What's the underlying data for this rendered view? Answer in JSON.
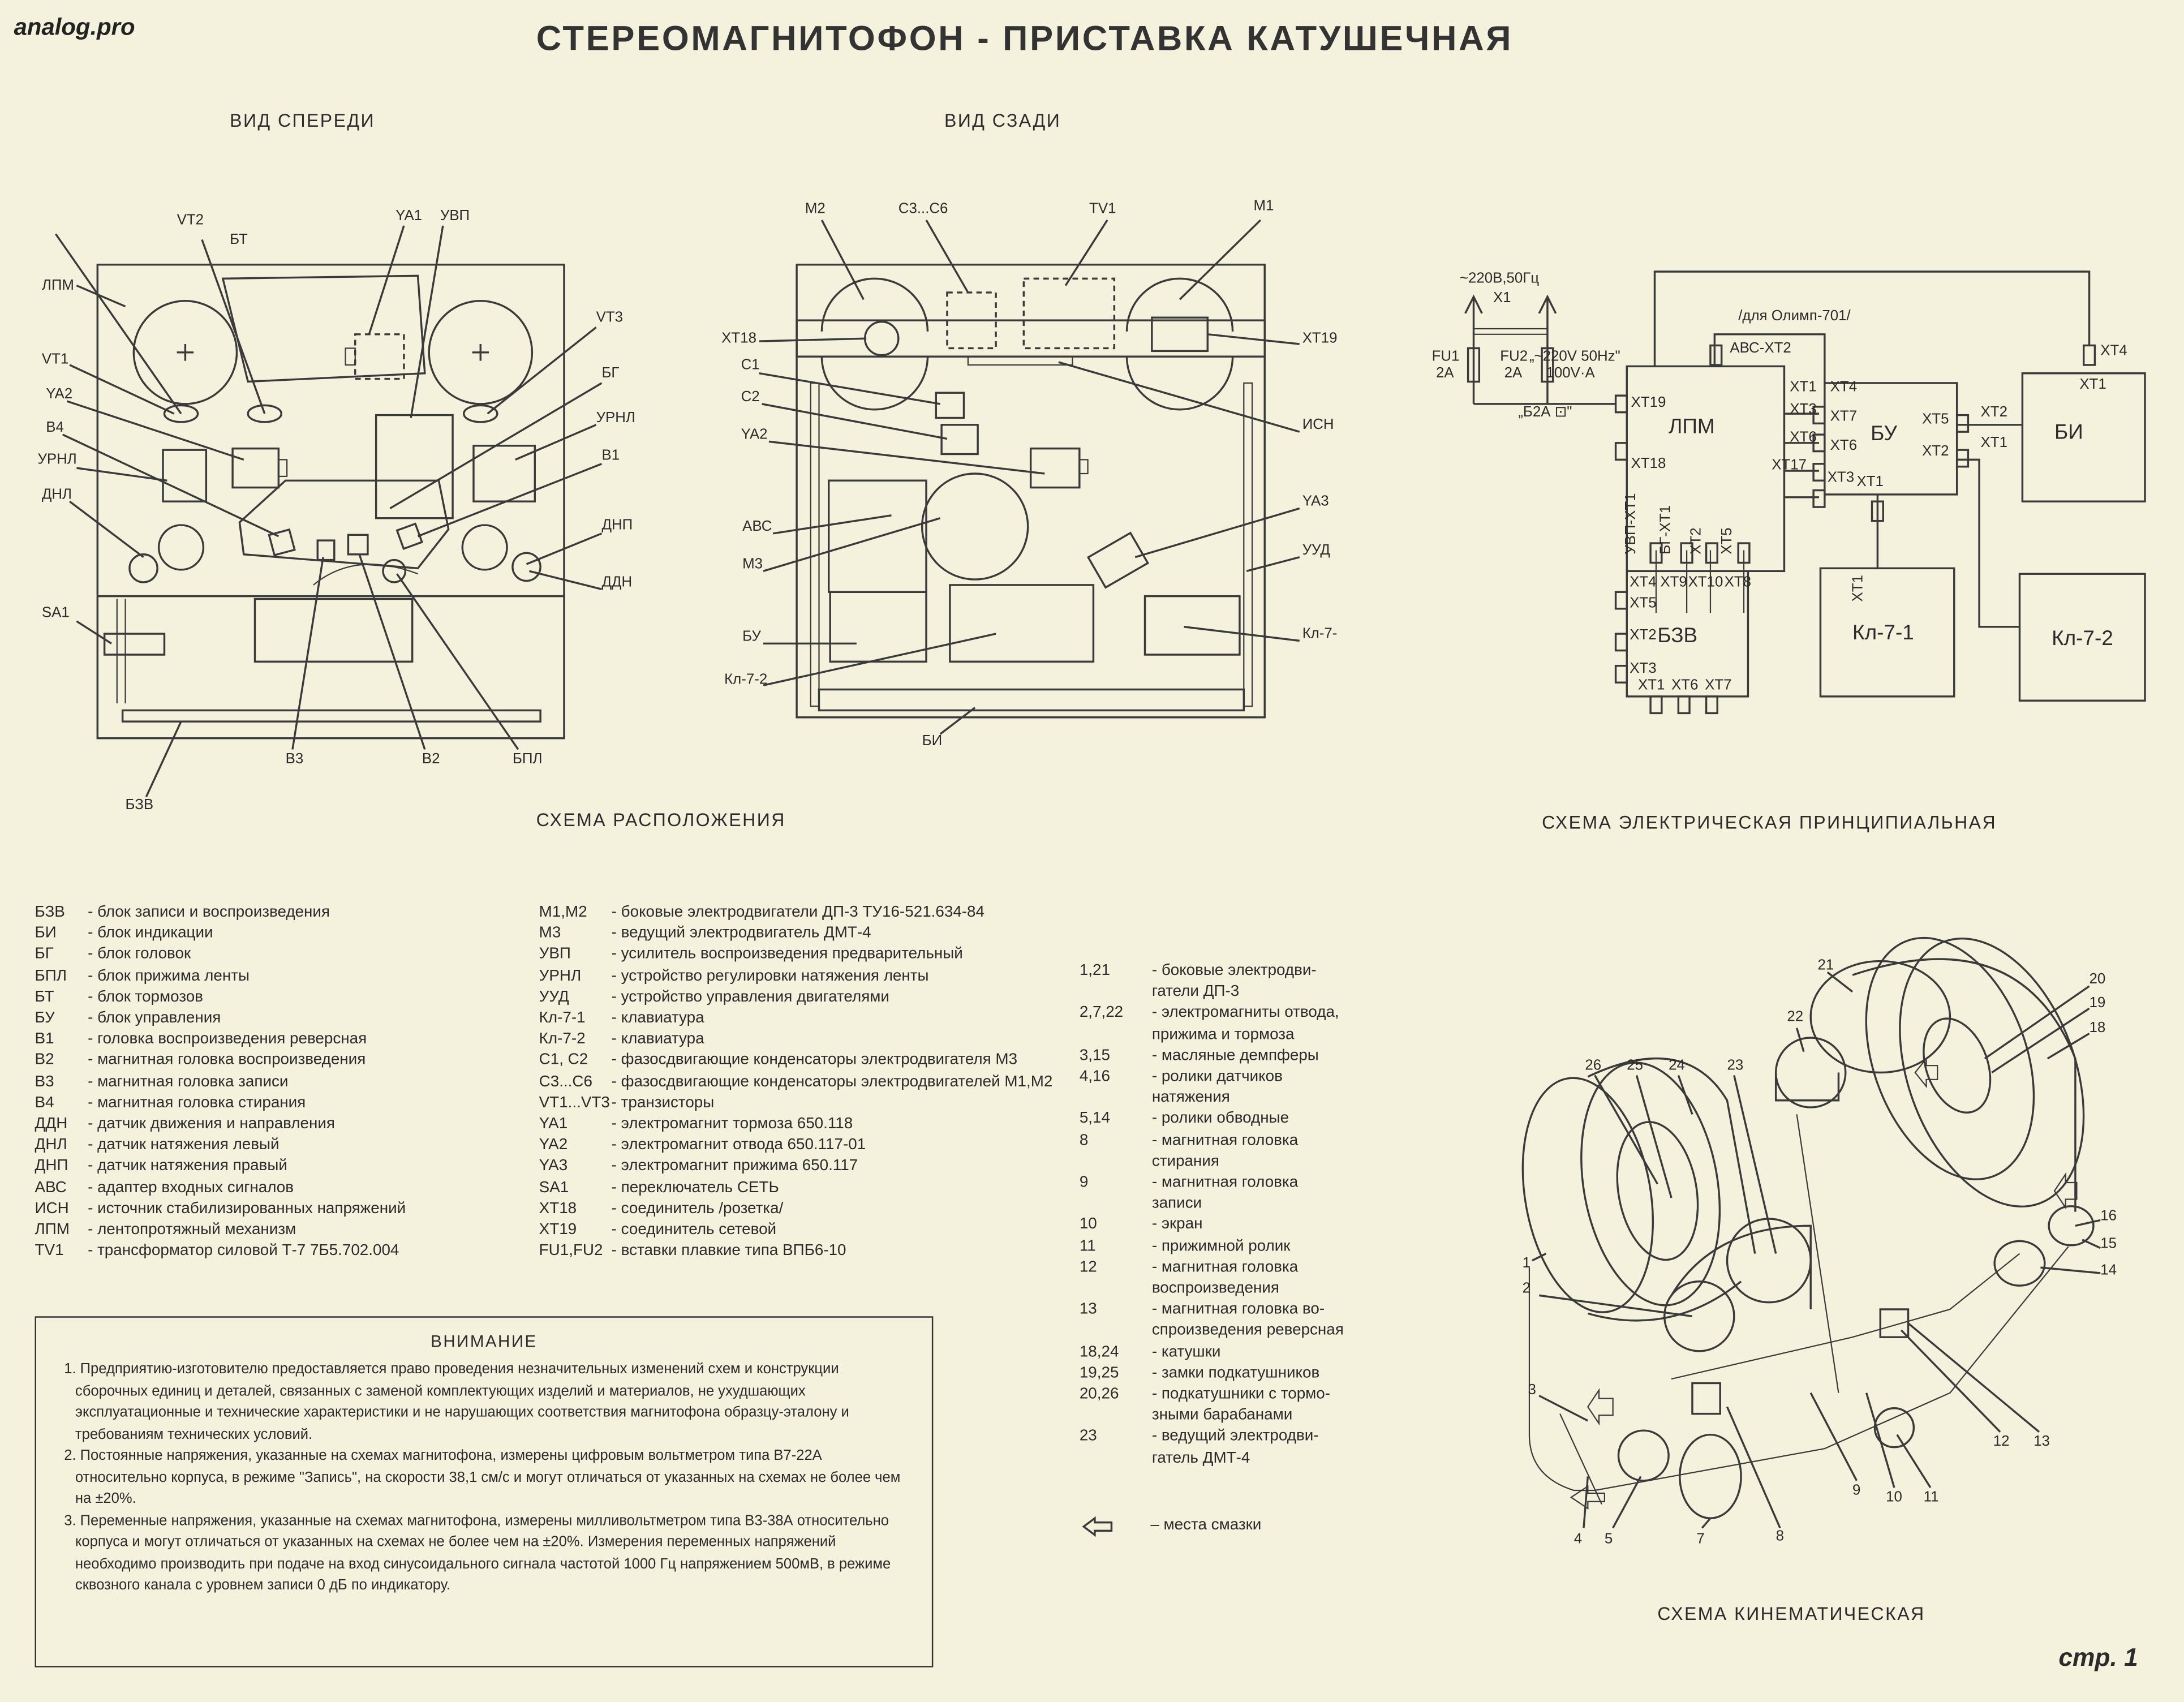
{
  "site": "analog.pro",
  "title": "СТЕРЕОМАГНИТОФОН - ПРИСТАВКА   КАТУШЕЧНАЯ",
  "front_view": {
    "heading": "ВИД СПЕРЕДИ",
    "labels": [
      "VT2",
      "БТ",
      "YA1",
      "УВП",
      "ЛПМ",
      "VT3",
      "VT1",
      "YA2",
      "БГ",
      "B4",
      "УРНЛ",
      "УРНЛ",
      "B1",
      "ДНЛ",
      "ДНП",
      "ДДН",
      "SA1",
      "БЗВ",
      "B3",
      "B2",
      "БПЛ"
    ]
  },
  "back_view": {
    "heading": "ВИД СЗАДИ",
    "labels": [
      "M2",
      "C3...C6",
      "TV1",
      "M1",
      "XT18",
      "XT19",
      "C1",
      "C2",
      "YA2",
      "ИСН",
      "АВС",
      "YA3",
      "M3",
      "УУД",
      "БУ",
      "Кл-7-",
      "Кл-7-2",
      "БИ"
    ]
  },
  "layout_caption": "СХЕМА РАСПОЛОЖЕНИЯ",
  "electric": {
    "caption": "СХЕМА ЭЛЕКТРИЧЕСКАЯ   ПРИНЦИПИАЛЬНАЯ",
    "labels": [
      "~220В,50Гц",
      "X1",
      "FU1",
      "2A",
      "FU2",
      "2A",
      "„~220V 50Hz\"",
      "100V·A",
      "„Б2А ⊡\"",
      "/для Олимп-701/",
      "АВС-XT2",
      "XT4",
      "XT1",
      "XT19",
      "XT18",
      "XT1",
      "XT3",
      "XT6",
      "XT17",
      "XT4",
      "XT7",
      "XT6",
      "XT3",
      "XT1",
      "XT5",
      "XT2",
      "XT2",
      "XT1",
      "УВП-XT1",
      "БГ-XT1",
      "XT2",
      "XT5",
      "XT4",
      "XT9",
      "XT10",
      "XT8",
      "XT5",
      "XT2",
      "XT3",
      "XT1",
      "XT6",
      "XT7",
      "XT1"
    ],
    "blocks": [
      "ЛПМ",
      "БУ",
      "БИ",
      "БЗВ",
      "Кл-7-1",
      "Кл-7-2"
    ]
  },
  "kinematic": {
    "caption": "СХЕМА КИНЕМАТИЧЕСКАЯ",
    "numbers": [
      "21",
      "20",
      "19",
      "18",
      "22",
      "26",
      "25",
      "24",
      "23",
      "1",
      "2",
      "3",
      "4",
      "5",
      "7",
      "8",
      "9",
      "10",
      "11",
      "12",
      "13",
      "16",
      "15",
      "14"
    ]
  },
  "legend_left": [
    {
      "code": "БЗВ",
      "desc": "- блок записи и воспроизведения"
    },
    {
      "code": "БИ",
      "desc": "- блок индикации"
    },
    {
      "code": "БГ",
      "desc": "- блок головок"
    },
    {
      "code": "БПЛ",
      "desc": "- блок прижима ленты"
    },
    {
      "code": "БТ",
      "desc": "- блок тормозов"
    },
    {
      "code": "БУ",
      "desc": "- блок управления"
    },
    {
      "code": "В1",
      "desc": "- головка воспроизведения реверсная"
    },
    {
      "code": "В2",
      "desc": "- магнитная головка воспроизведения"
    },
    {
      "code": "В3",
      "desc": "- магнитная головка записи"
    },
    {
      "code": "В4",
      "desc": "- магнитная головка стирания"
    },
    {
      "code": "ДДН",
      "desc": "- датчик движения и направления"
    },
    {
      "code": "ДНЛ",
      "desc": "- датчик натяжения левый"
    },
    {
      "code": "ДНП",
      "desc": "- датчик натяжения правый"
    },
    {
      "code": "АВС",
      "desc": "- адаптер входных сигналов"
    },
    {
      "code": "ИСН",
      "desc": "- источник стабилизированных напряжений"
    },
    {
      "code": "ЛПМ",
      "desc": "- лентопротяжный механизм"
    },
    {
      "code": "TV1",
      "desc": "- трансформатор силовой Т-7  7Б5.702.004"
    }
  ],
  "legend_right": [
    {
      "code": "M1,M2",
      "desc": "- боковые электродвигатели ДП-3 ТУ16-521.634-84"
    },
    {
      "code": "M3",
      "desc": "- ведущий электродвигатель ДМТ-4"
    },
    {
      "code": "УВП",
      "desc": "- усилитель воспроизведения предварительный"
    },
    {
      "code": "УРНЛ",
      "desc": "- устройство регулировки натяжения ленты"
    },
    {
      "code": "УУД",
      "desc": "- устройство управления двигателями"
    },
    {
      "code": "Кл-7-1",
      "desc": "- клавиатура"
    },
    {
      "code": "Кл-7-2",
      "desc": "- клавиатура"
    },
    {
      "code": "C1, C2",
      "desc": "- фазосдвигающие конденсаторы электродвигателя М3"
    },
    {
      "code": "C3...C6",
      "desc": "- фазосдвигающие конденсаторы электродвигателей М1,М2"
    },
    {
      "code": "VT1...VT3",
      "desc": "- транзисторы"
    },
    {
      "code": "YA1",
      "desc": "- электромагнит тормоза   650.118"
    },
    {
      "code": "YA2",
      "desc": "- электромагнит отвода    650.117-01"
    },
    {
      "code": "YA3",
      "desc": "- электромагнит прижима   650.117"
    },
    {
      "code": "SA1",
      "desc": "- переключатель СЕТЬ"
    },
    {
      "code": "XT18",
      "desc": "- соединитель /розетка/"
    },
    {
      "code": "XT19",
      "desc": "- соединитель сетевой"
    },
    {
      "code": "FU1,FU2",
      "desc": "- вставки плавкие типа ВПБ6-10"
    }
  ],
  "kinematic_legend": [
    {
      "code": "1,21",
      "desc": "- боковые электродви-\n   гатели ДП-3"
    },
    {
      "code": "2,7,22",
      "desc": "- электромагниты отвода,\n   прижима и тормоза"
    },
    {
      "code": "3,15",
      "desc": "- масляные демпферы"
    },
    {
      "code": "4,16",
      "desc": "- ролики датчиков\n   натяжения"
    },
    {
      "code": "5,14",
      "desc": "- ролики обводные"
    },
    {
      "code": "8",
      "desc": "- магнитная головка\n   стирания"
    },
    {
      "code": "9",
      "desc": "- магнитная головка\n   записи"
    },
    {
      "code": "10",
      "desc": "- экран"
    },
    {
      "code": "11",
      "desc": "- прижимной ролик"
    },
    {
      "code": "12",
      "desc": "- магнитная головка\n   воспроизведения"
    },
    {
      "code": "13",
      "desc": "- магнитная головка во-\n  спроизведения реверсная"
    },
    {
      "code": "18,24",
      "desc": "- катушки"
    },
    {
      "code": "19,25",
      "desc": "- замки подкатушников"
    },
    {
      "code": "20,26",
      "desc": "- подкатушники с тормо-\n   зными барабанами"
    },
    {
      "code": "23",
      "desc": "- ведущий электродви-\n   гатель ДМТ-4"
    }
  ],
  "lubrication_icon": "hollow-left-arrow-icon",
  "lubrication_note": "–   места смазки",
  "warning": {
    "heading": "ВНИМАНИЕ",
    "paragraphs": [
      "1. Предприятию-изготовителю предоставляется право проведения незначительных изменений схем и конструкции сборочных единиц и деталей, связанных с заменой комплектующих изделий и материалов, не ухудшающих эксплуатационные и технические характеристики и не нарушающих соответствия магнитофона образцу-эталону и требованиям технических условий.",
      "2. Постоянные напряжения, указанные на схемах магнитофона, измерены цифровым вольтметром типа В7-22А относительно корпуса, в режиме \"Запись\", на скорости 38,1 см/с и могут отличаться от указанных на схемах не более чем на ±20%.",
      "3. Переменные напряжения, указанные на схемах магнитофона, измерены милливольтметром типа В3-38А относительно корпуса и могут отличаться от указанных на схемах не более чем на ±20%. Измерения переменных напряжений необходимо производить при подаче на вход синусоидального сигнала частотой 1000 Гц напряжением 500мВ, в режиме сквозного канала с уровнем записи 0 дБ по индикатору."
    ]
  },
  "page": "стр. 1"
}
